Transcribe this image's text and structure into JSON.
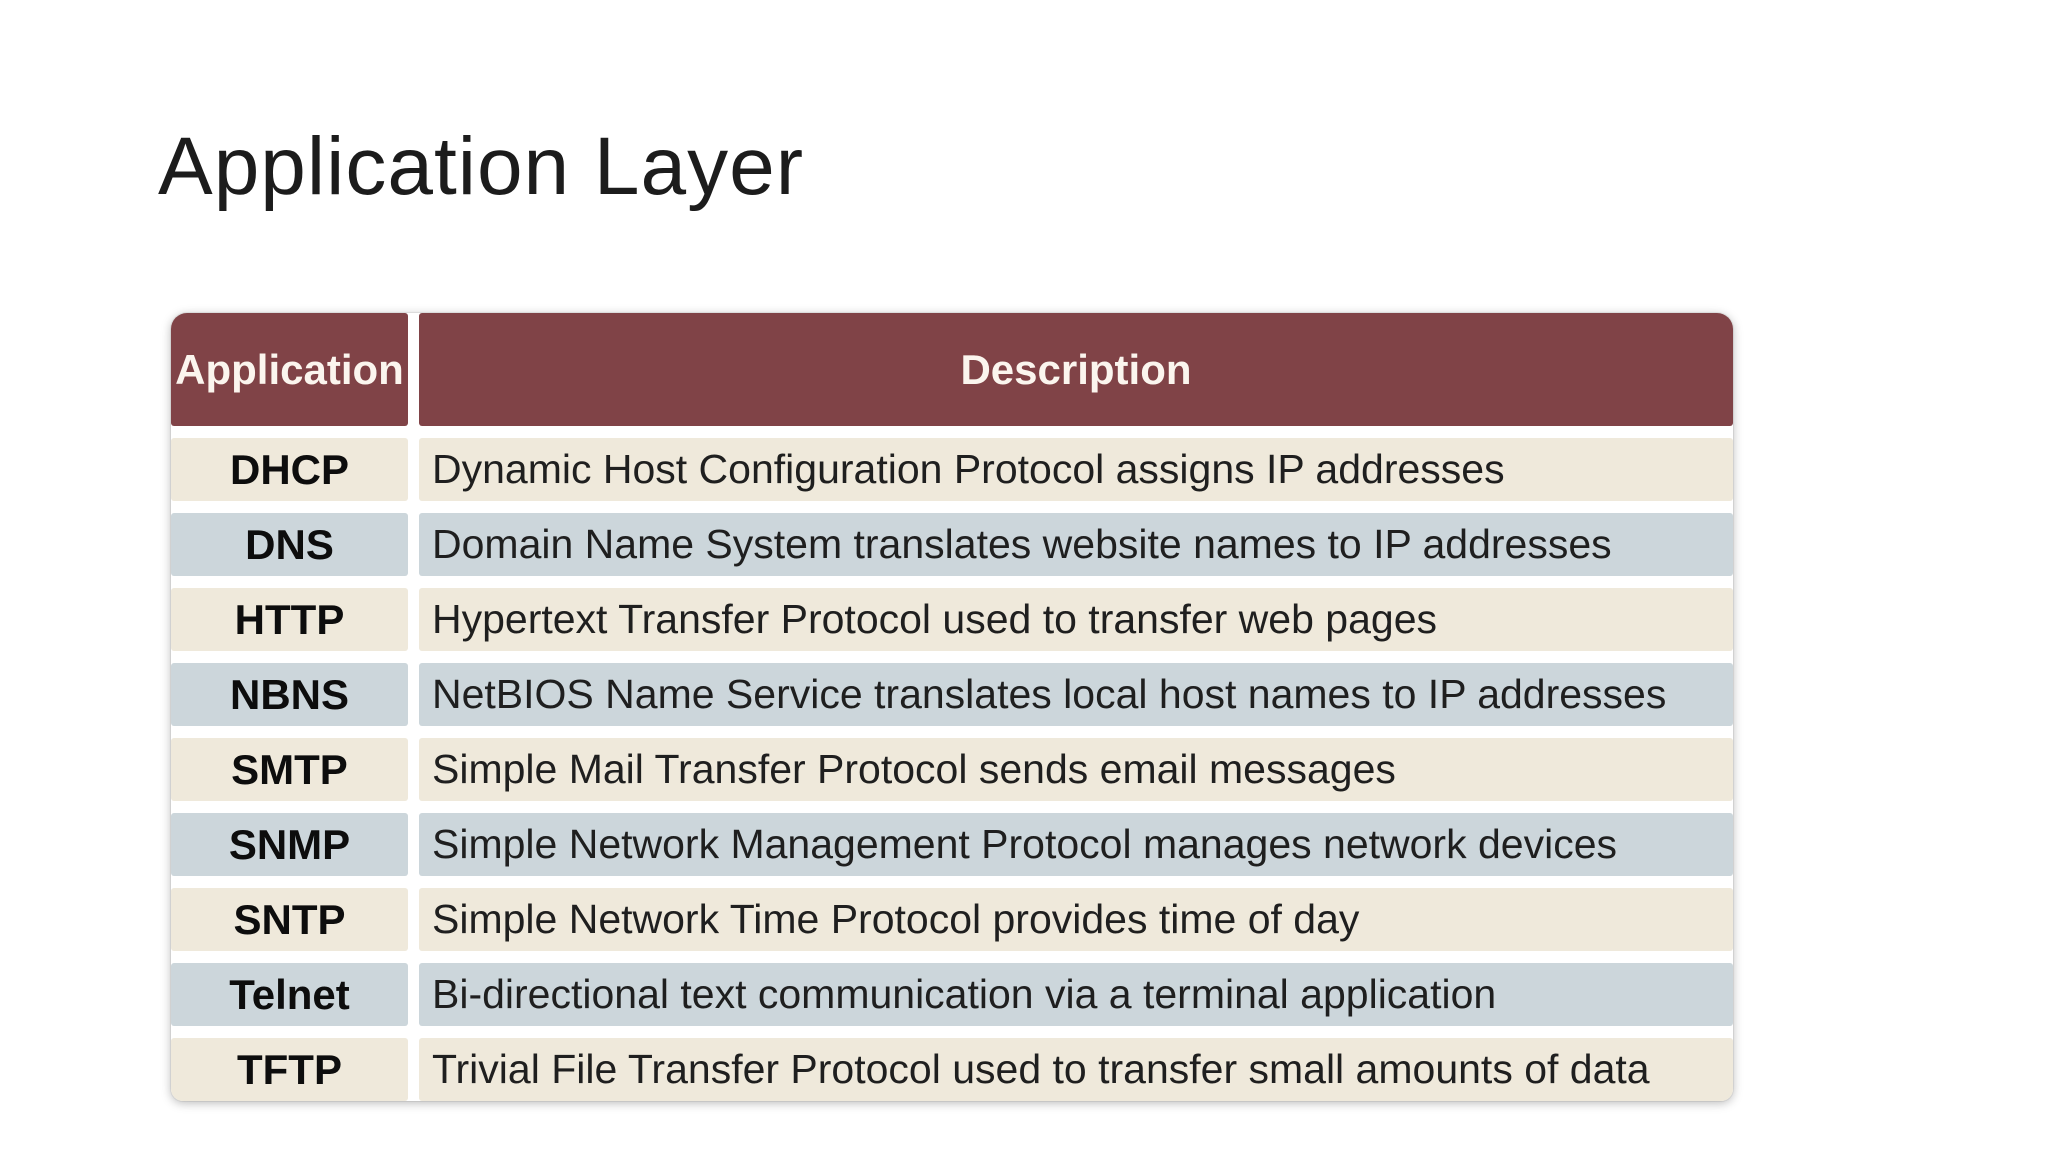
{
  "slide": {
    "title": "Application Layer"
  },
  "table": {
    "headers": [
      "Application",
      "Description"
    ],
    "rows": [
      {
        "application": "DHCP",
        "description": "Dynamic Host Configuration Protocol assigns IP addresses"
      },
      {
        "application": "DNS",
        "description": "Domain Name System translates website names to IP addresses"
      },
      {
        "application": "HTTP",
        "description": "Hypertext Transfer Protocol used to transfer web pages"
      },
      {
        "application": "NBNS",
        "description": "NetBIOS Name Service translates local host names to IP addresses"
      },
      {
        "application": "SMTP",
        "description": "Simple Mail Transfer Protocol sends email messages"
      },
      {
        "application": "SNMP",
        "description": "Simple Network Management Protocol manages network devices"
      },
      {
        "application": "SNTP",
        "description": "Simple Network Time Protocol provides time of day"
      },
      {
        "application": "Telnet",
        "description": "Bi-directional text communication via a terminal application"
      },
      {
        "application": "TFTP",
        "description": "Trivial File Transfer Protocol used to transfer small amounts of data"
      }
    ],
    "colors": {
      "page_bg": "#ffffff",
      "title_color": "#1c1c1c",
      "header_bg": "#804347",
      "header_text": "#fbf5ee",
      "row_odd_bg": "#efe9db",
      "row_even_bg": "#ccd6db",
      "proto_color": "#0d0d0d",
      "desc_color": "#1f1f1f"
    }
  }
}
